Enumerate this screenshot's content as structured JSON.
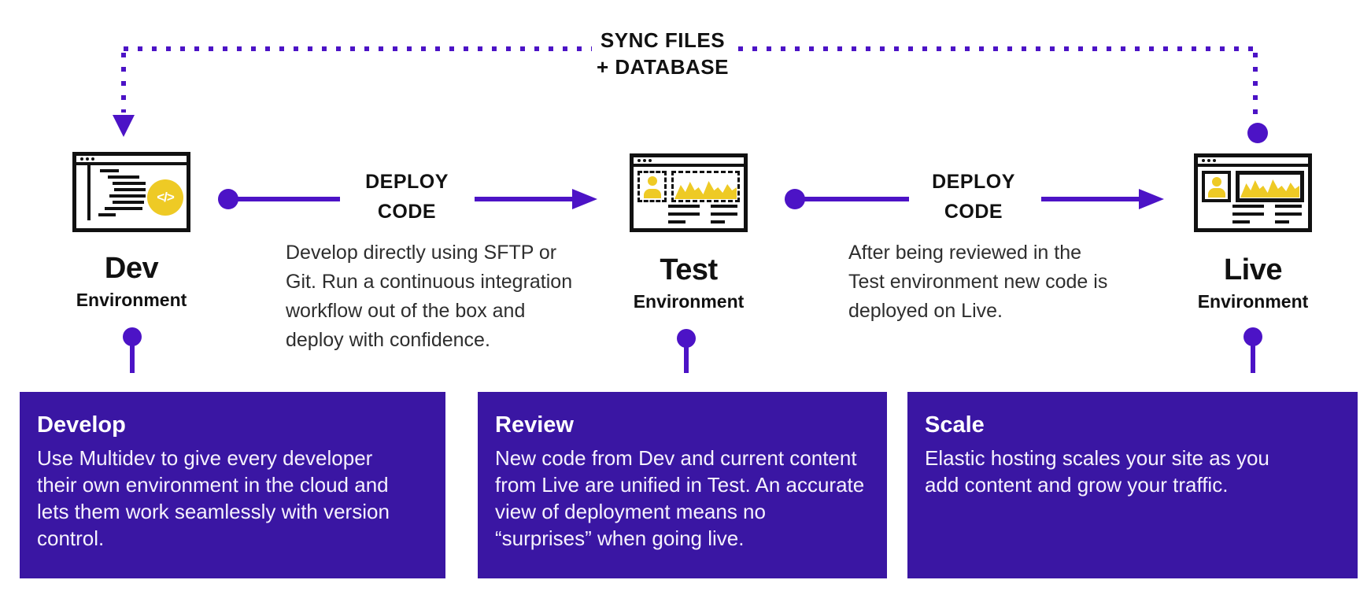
{
  "colors": {
    "connector": "#4c13c6",
    "purple_box": "#3a16a3",
    "yellow": "#eeca25",
    "icon_stroke": "#111111",
    "heading_text": "#111111",
    "desc_text": "#2e2e2e",
    "card_title_text": "#ffffff",
    "card_body_text": "#f6f2fd"
  },
  "sync": {
    "line1": "SYNC FILES",
    "line2": "+ DATABASE"
  },
  "environments": [
    {
      "name": "Dev",
      "sub": "Environment",
      "icon": "code-editor-window-icon"
    },
    {
      "name": "Test",
      "sub": "Environment",
      "icon": "browser-wireframe-dashed-icon"
    },
    {
      "name": "Live",
      "sub": "Environment",
      "icon": "browser-wireframe-solid-icon"
    }
  ],
  "dev_icon": {
    "code_symbol": "</>"
  },
  "deploy_arrows": [
    {
      "label_line1": "DEPLOY",
      "label_line2": "CODE",
      "description": "Develop directly using SFTP or\nGit. Run a continuous integration\nworkflow out of the box and\ndeploy with confidence."
    },
    {
      "label_line1": "DEPLOY",
      "label_line2": "CODE",
      "description": "After being reviewed in the\nTest environment new code is\ndeployed on Live."
    }
  ],
  "cards": [
    {
      "title": "Develop",
      "description": "Use Multidev to give every developer\ntheir own environment in the cloud and\nlets them work seamlessly with version\ncontrol."
    },
    {
      "title": "Review",
      "description": "New code from Dev and current content\nfrom Live are unified in Test. An accurate\nview of deployment means no\n“surprises” when going live."
    },
    {
      "title": "Scale",
      "description": "Elastic hosting scales your site as you\nadd content and grow your traffic."
    }
  ]
}
